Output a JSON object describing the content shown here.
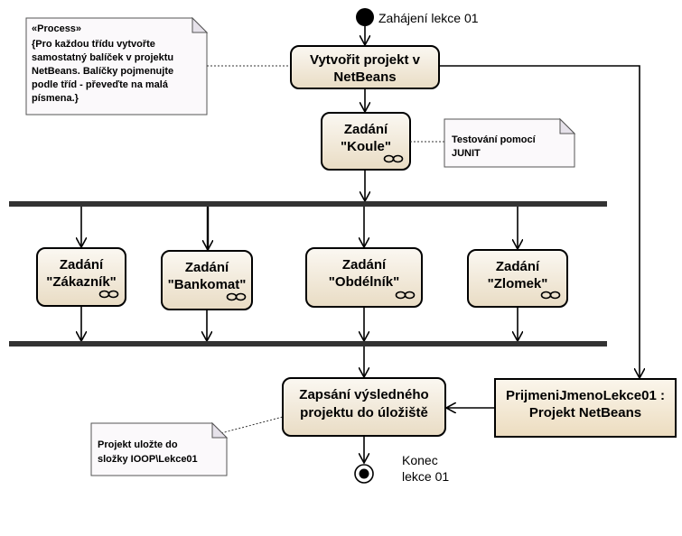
{
  "start": {
    "label": "Zahájení lekce 01"
  },
  "end": {
    "label_line1": "Konec",
    "label_line2": "lekce 01"
  },
  "actions": {
    "create_project": {
      "line1": "Vytvořit projekt  v",
      "line2": "NetBeans"
    },
    "koule": {
      "line1": "Zadání",
      "line2": "\"Koule\""
    },
    "zakaznik": {
      "line1": "Zadání",
      "line2": "\"Zákazník\""
    },
    "bankomat": {
      "line1": "Zadání",
      "line2": "\"Bankomat\""
    },
    "obdelnik": {
      "line1": "Zadání",
      "line2": "\"Obdélník\""
    },
    "zlomek": {
      "line1": "Zadání",
      "line2": "\"Zlomek\""
    },
    "zapsani": {
      "line1": "Zapsání výsledného",
      "line2": "projektu do úložiště"
    }
  },
  "object_node": {
    "line1": "PrijmeniJmenoLekce01 :",
    "line2": "Projekt NetBeans"
  },
  "notes": {
    "process": {
      "stereotype": "«Process»",
      "lines": [
        "{Pro každou třídu vytvořte",
        "samostatný balíček v projektu",
        "NetBeans. Balíčky pojmenujte",
        "podle tříd - převeďte na malá",
        "písmena.}"
      ]
    },
    "junit": {
      "lines": [
        "Testování pomocí",
        "JUNIT"
      ]
    },
    "ulozit": {
      "lines": [
        "Projekt uložte do",
        "složky IOOP\\Lekce01"
      ]
    }
  }
}
